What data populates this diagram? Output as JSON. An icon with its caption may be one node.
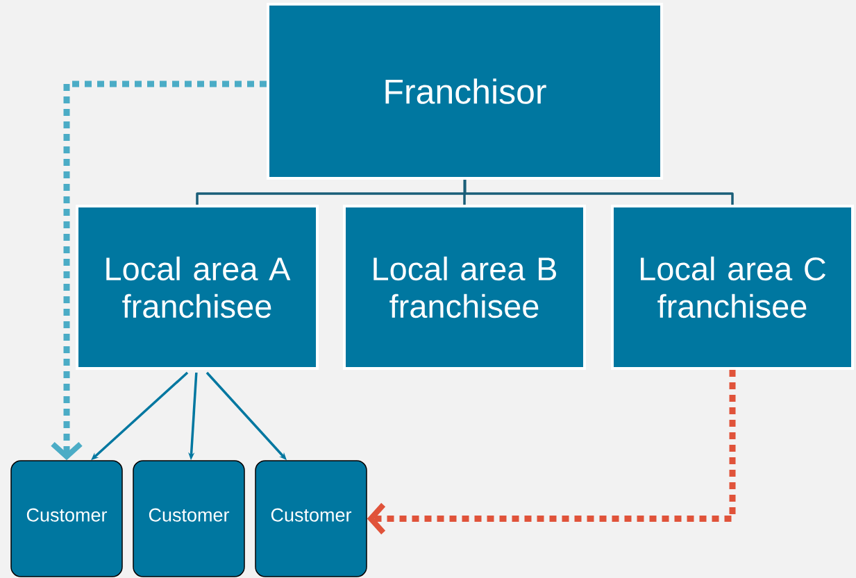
{
  "diagram": {
    "nodes": [
      {
        "text": [
          "Franchisor"
        ]
      },
      {
        "text": [
          "Local area A franchisee"
        ]
      },
      {
        "text": [
          "Local area B franchisee"
        ]
      },
      {
        "text": [
          "Local area C franchisee"
        ]
      },
      {
        "text": [
          "Customer"
        ]
      },
      {
        "text": [
          "Customer"
        ]
      },
      {
        "text": [
          "Customer"
        ]
      }
    ],
    "edges": [
      {
        "from": 0,
        "to": 1,
        "arrow": "none"
      },
      {
        "from": 0,
        "to": 2,
        "arrow": "none"
      },
      {
        "from": 0,
        "to": 3,
        "arrow": "none"
      },
      {
        "from": 1,
        "to": 4,
        "arrow": "to"
      },
      {
        "from": 1,
        "to": 5,
        "arrow": "to"
      },
      {
        "from": 1,
        "to": 6,
        "arrow": "to"
      },
      {
        "from": 0,
        "to": 4,
        "arrow": "to",
        "style": "dashed",
        "color": "#4bacc6"
      },
      {
        "from": 3,
        "to": 6,
        "arrow": "to",
        "style": "dashed",
        "color": "#e0533a"
      }
    ]
  }
}
